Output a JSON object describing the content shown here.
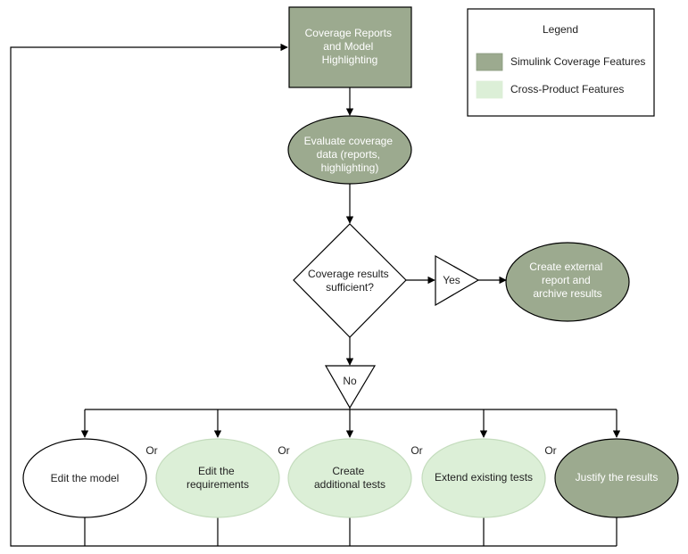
{
  "colors": {
    "simulink": "#9caa8f",
    "cross_product": "#dcefd7",
    "stroke": "#000000",
    "background": "#ffffff"
  },
  "legend": {
    "title": "Legend",
    "items": [
      {
        "label": "Simulink Coverage Features",
        "color": "#9caa8f"
      },
      {
        "label": "Cross-Product Features",
        "color": "#dcefd7"
      }
    ]
  },
  "nodes": {
    "coverage_reports": [
      "Coverage Reports",
      "and Model",
      "Highlighting"
    ],
    "evaluate": [
      "Evaluate coverage",
      "data (reports,",
      "highlighting)"
    ],
    "decision": [
      "Coverage results",
      "sufficient?"
    ],
    "yes": "Yes",
    "no": "No",
    "external_report": [
      "Create external",
      "report and",
      "archive results"
    ],
    "options": [
      {
        "lines": [
          "Edit the model"
        ],
        "kind": "plain"
      },
      {
        "lines": [
          "Edit the",
          "requirements"
        ],
        "kind": "cross"
      },
      {
        "lines": [
          "Create",
          "additional tests"
        ],
        "kind": "cross"
      },
      {
        "lines": [
          "Extend existing tests"
        ],
        "kind": "cross"
      },
      {
        "lines": [
          "Justify the results"
        ],
        "kind": "simulink"
      }
    ],
    "or_label": "Or"
  }
}
